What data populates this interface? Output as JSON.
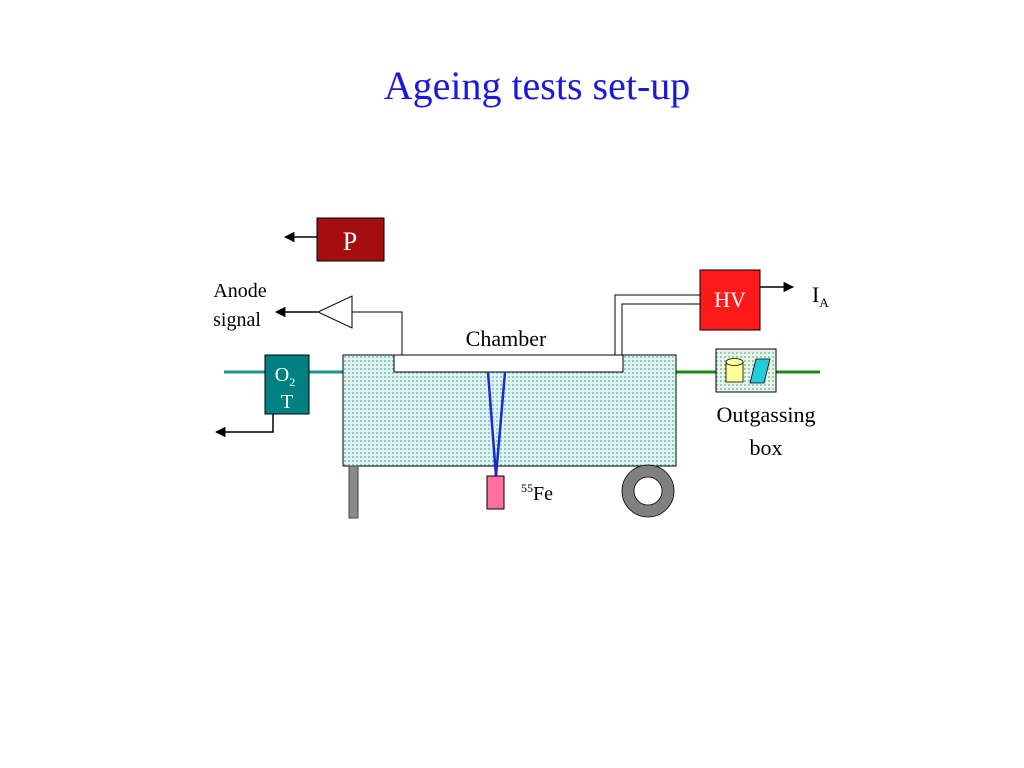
{
  "title": "Ageing tests set-up",
  "labels": {
    "pump": "P",
    "hv": "HV",
    "anode_line1": "Anode",
    "anode_line2": "signal",
    "chamber": "Chamber",
    "current_main": "I",
    "current_sub": "A",
    "sensor_o": "O",
    "sensor_o_sub": "2",
    "sensor_t": "T",
    "outgassing_line1": "Outgassing",
    "outgassing_line2": "box",
    "source_sup": "55",
    "source_main": "Fe"
  },
  "colors": {
    "title": "#1a1adb",
    "pump_box": "#a40e0e",
    "hv_box": "#ff1a1a",
    "sensor_box": "#008080",
    "chamber_fill": "#dff3f1",
    "gas_line_left": "#1f8f8f",
    "gas_line_right": "#1a8a1a",
    "wire": "#1a2ad0",
    "source": "#ff6f9f",
    "leg": "#8a8a8a",
    "wheel": "#808080"
  }
}
